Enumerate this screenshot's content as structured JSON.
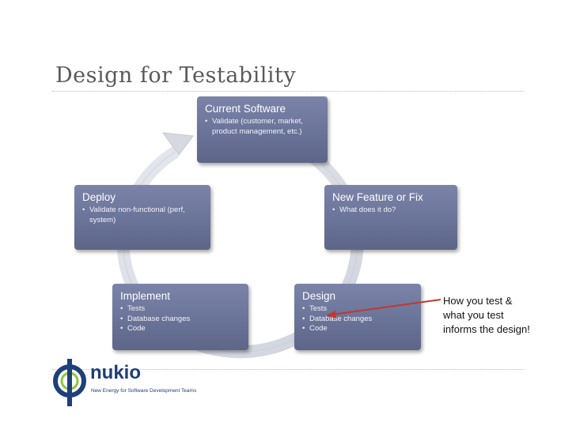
{
  "slide": {
    "title": "Design for Testability"
  },
  "boxes": {
    "current": {
      "title": "Current Software",
      "bullets": [
        "Validate (customer, market, product management, etc.)"
      ]
    },
    "feature": {
      "title": "New Feature or Fix",
      "bullets": [
        "What does it do?"
      ]
    },
    "deploy": {
      "title": "Deploy",
      "bullets": [
        "Validate non-functional (perf, system)"
      ]
    },
    "implement": {
      "title": "Implement",
      "bullets": [
        "Tests",
        "Database changes",
        "Code"
      ]
    },
    "design": {
      "title": "Design",
      "bullets": [
        "Tests",
        "Database changes",
        "Code"
      ]
    }
  },
  "note": {
    "text": "How you test & what you test informs the design!"
  },
  "logo": {
    "name": "nukio",
    "tagline": "New Energy for Software Development Teams"
  },
  "colors": {
    "box": "#6a7398",
    "cycle_arrow": "#d9dce4",
    "annotation_arrow": "#c0392b",
    "logo_blue": "#1d3f7a",
    "logo_green": "#8cc63f"
  },
  "icons": {
    "cycle": "circular-arrow-icon",
    "annotation": "red-arrow-icon",
    "logo": "nukio-logo-icon"
  }
}
